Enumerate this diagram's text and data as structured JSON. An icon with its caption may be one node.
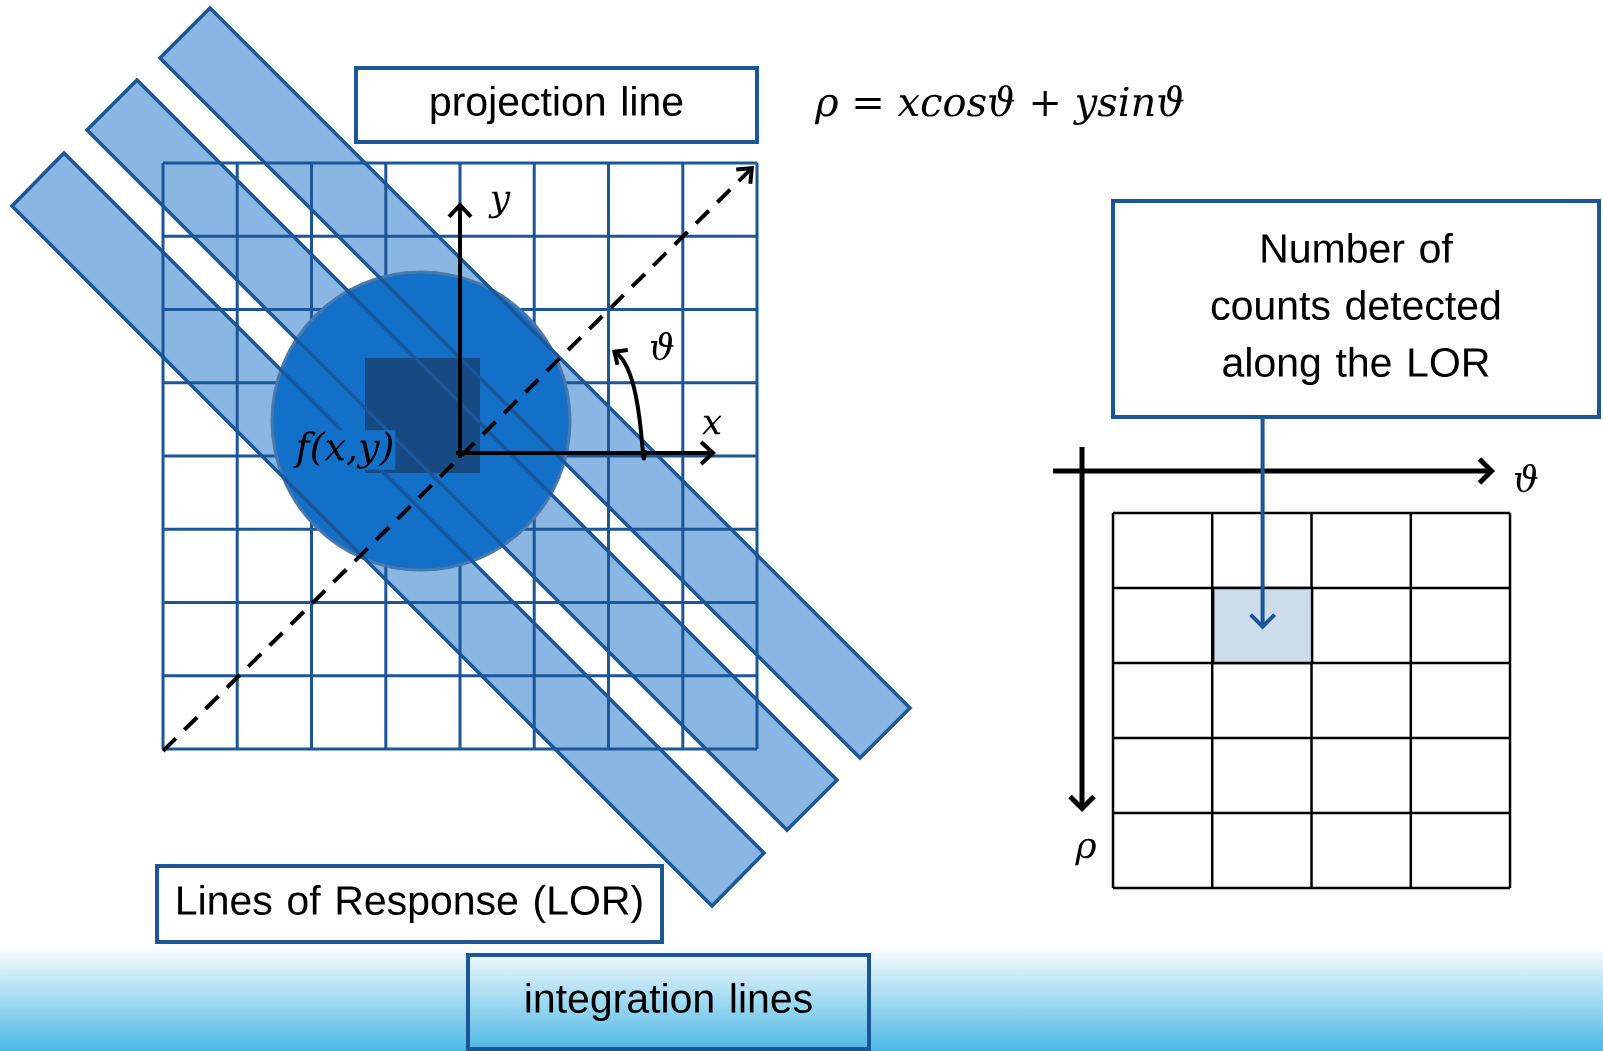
{
  "diagram": {
    "nodes": [
      {
        "text": [
          "projection line"
        ]
      },
      {
        "text": [
          "Lines of Response (LOR)"
        ]
      },
      {
        "text": [
          "integration lines"
        ]
      },
      {
        "text": [
          "Number of counts detected along the LOR"
        ]
      },
      {
        "text": [],
        "shape": "box"
      }
    ],
    "edges": [
      {
        "from": 3,
        "to": 4,
        "arrow": "to"
      }
    ],
    "labels": [
      "ρ = xcosϑ + ysinϑ",
      "y",
      "ϑ",
      "x",
      "f(x,y)",
      "ϑ",
      "ρ"
    ]
  }
}
